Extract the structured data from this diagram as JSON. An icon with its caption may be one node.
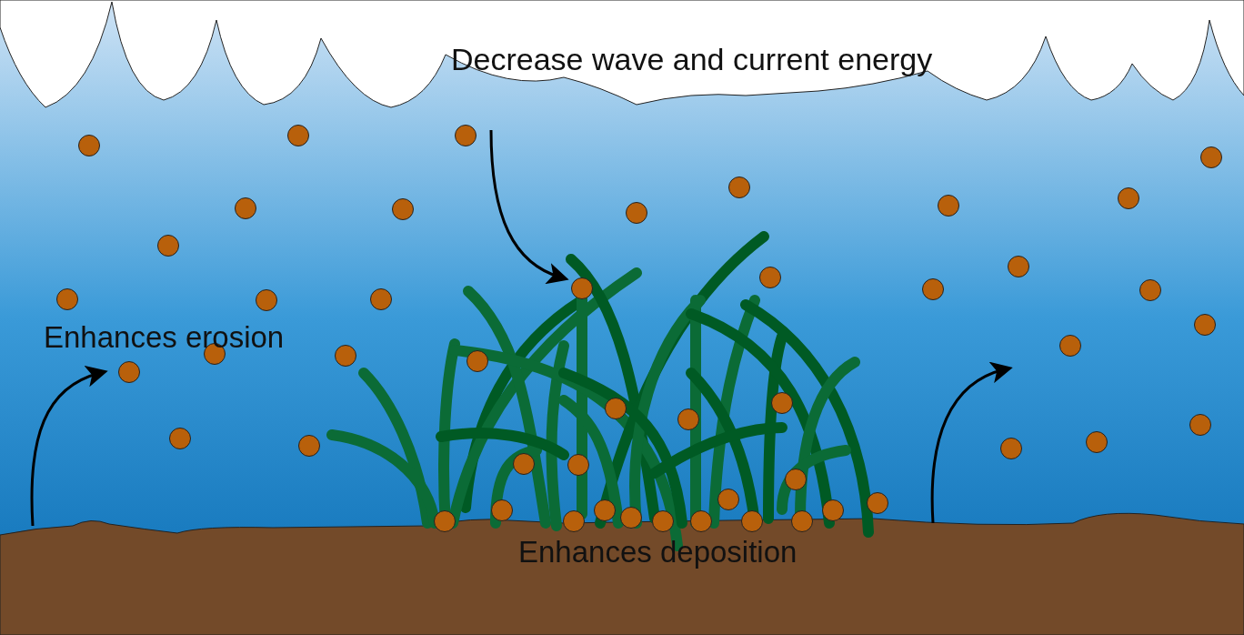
{
  "diagram": {
    "labels": [
      "Decrease wave and current energy",
      "Enhances erosion",
      "Enhances deposition"
    ]
  }
}
